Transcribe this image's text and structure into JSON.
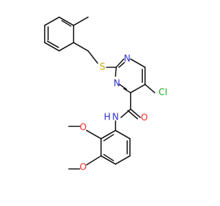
{
  "molecule": {
    "colors": {
      "bond": "#111111",
      "carbon": "#111111",
      "nitrogen": "#2f2fd0",
      "oxygen": "#ff2a2a",
      "sulfur": "#c8a400",
      "chlorine": "#1fa91f"
    },
    "atoms": {
      "sulfur": "S",
      "nitrogen_1": "N",
      "nitrogen_2": "N",
      "chlorine": "Cl",
      "carbonyl_oxygen": "O",
      "amide_nitrogen": "N",
      "amide_hydrogen": "H",
      "methoxy_oxygen_1": "O",
      "methoxy_oxygen_2": "O"
    }
  }
}
